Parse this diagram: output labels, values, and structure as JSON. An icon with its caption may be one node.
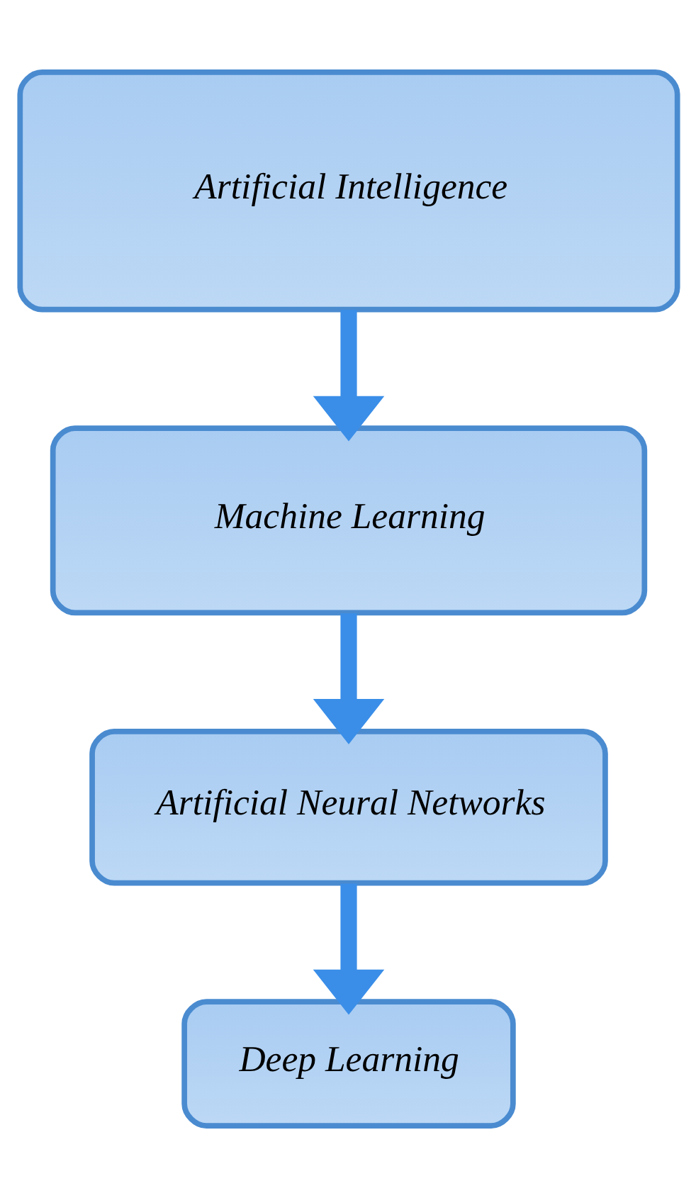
{
  "diagram": {
    "nodes": [
      {
        "text": [
          "Artificial Intelligence"
        ]
      },
      {
        "text": [
          "Machine Learning"
        ]
      },
      {
        "text": [
          "Artificial Neural Networks"
        ]
      },
      {
        "text": [
          "Deep Learning"
        ]
      }
    ],
    "edges": [
      {
        "from": 0,
        "to": 1,
        "arrow": "to"
      },
      {
        "from": 1,
        "to": 2,
        "arrow": "to"
      },
      {
        "from": 2,
        "to": 3,
        "arrow": "to"
      }
    ]
  }
}
